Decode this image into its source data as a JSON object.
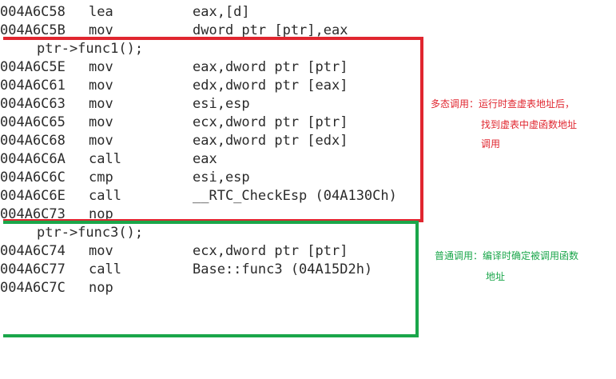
{
  "disassembly": {
    "lines": [
      {
        "type": "asm",
        "addr": "004A6C58",
        "mnemonic": "lea",
        "operands": "eax,[d]"
      },
      {
        "type": "asm",
        "addr": "004A6C5B",
        "mnemonic": "mov",
        "operands": "dword ptr [ptr],eax"
      },
      {
        "type": "src",
        "text": "ptr->func1();"
      },
      {
        "type": "asm",
        "addr": "004A6C5E",
        "mnemonic": "mov",
        "operands": "eax,dword ptr [ptr]"
      },
      {
        "type": "asm",
        "addr": "004A6C61",
        "mnemonic": "mov",
        "operands": "edx,dword ptr [eax]"
      },
      {
        "type": "asm",
        "addr": "004A6C63",
        "mnemonic": "mov",
        "operands": "esi,esp"
      },
      {
        "type": "asm",
        "addr": "004A6C65",
        "mnemonic": "mov",
        "operands": "ecx,dword ptr [ptr]"
      },
      {
        "type": "asm",
        "addr": "004A6C68",
        "mnemonic": "mov",
        "operands": "eax,dword ptr [edx]"
      },
      {
        "type": "asm",
        "addr": "004A6C6A",
        "mnemonic": "call",
        "operands": "eax"
      },
      {
        "type": "asm",
        "addr": "004A6C6C",
        "mnemonic": "cmp",
        "operands": "esi,esp"
      },
      {
        "type": "asm",
        "addr": "004A6C6E",
        "mnemonic": "call",
        "operands": "__RTC_CheckEsp (04A130Ch)"
      },
      {
        "type": "asm",
        "addr": "004A6C73",
        "mnemonic": "nop",
        "operands": ""
      },
      {
        "type": "src",
        "text": "ptr->func3();"
      },
      {
        "type": "asm",
        "addr": "004A6C74",
        "mnemonic": "mov",
        "operands": "ecx,dword ptr [ptr]"
      },
      {
        "type": "asm",
        "addr": "004A6C77",
        "mnemonic": "call",
        "operands": "Base::func3 (04A15D2h)"
      },
      {
        "type": "asm",
        "addr": "004A6C7C",
        "mnemonic": "nop",
        "operands": ""
      }
    ]
  },
  "annotations": {
    "dynamic": {
      "line1": "多态调用：运行时查虚表地址后，",
      "line2": "找到虚表中虚函数地址",
      "line3": "调用",
      "color": "#e0262f"
    },
    "static": {
      "line1": "普通调用：编译时确定被调用函数",
      "line2": "地址",
      "color": "#1aa64a"
    }
  }
}
